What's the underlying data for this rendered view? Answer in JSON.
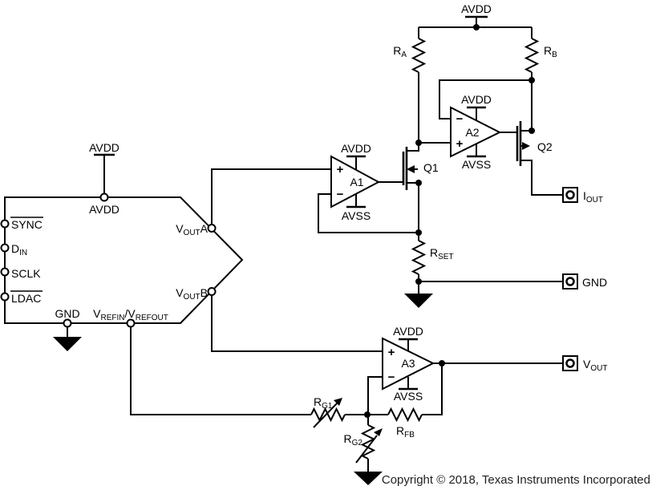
{
  "schematic": {
    "copyright": "Copyright © 2018, Texas Instruments Incorporated",
    "dac_block": {
      "top_supply_label": "AVDD",
      "avdd_pin_label": "AVDD",
      "left_pins": [
        {
          "label": "SYNC"
        },
        {
          "label": "D{IN}"
        },
        {
          "label": "SCLK"
        },
        {
          "label": "LDAC"
        }
      ],
      "bottom_pins": [
        {
          "label": "GND"
        },
        {
          "label": "V{REFIN}/V{REFOUT}"
        }
      ],
      "output_pins": [
        {
          "label": "V{OUT}A"
        },
        {
          "label": "V{OUT}B"
        }
      ]
    },
    "opamps": [
      {
        "name": "A1",
        "pos_supply": "AVDD",
        "neg_supply": "AVSS",
        "plus": "+",
        "minus": "−"
      },
      {
        "name": "A2",
        "pos_supply": "AVDD",
        "neg_supply": "AVSS",
        "plus": "+",
        "minus": "−"
      },
      {
        "name": "A3",
        "pos_supply": "AVDD",
        "neg_supply": "AVSS",
        "plus": "+",
        "minus": "−"
      }
    ],
    "transistors": [
      {
        "name": "Q1"
      },
      {
        "name": "Q2"
      }
    ],
    "resistors": {
      "ra": "R{A}",
      "rb": "R{B}",
      "rset": "R{SET}",
      "rg1": "R{G1}",
      "rg2": "R{G2}",
      "rfb": "R{FB}"
    },
    "top_supply_label": "AVDD",
    "terminals": [
      {
        "label": "I{OUT}"
      },
      {
        "label": "GND"
      },
      {
        "label": "V{OUT}"
      }
    ],
    "colors": {
      "line": "#000000",
      "background": "#ffffff",
      "copyright_text": "#231f20"
    }
  }
}
